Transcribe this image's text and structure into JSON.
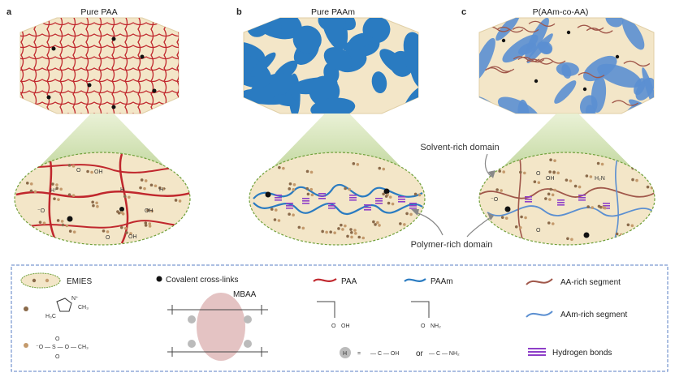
{
  "panels": [
    {
      "letter": "a",
      "title": "Pure PAA"
    },
    {
      "letter": "b",
      "title": "Pure PAAm"
    },
    {
      "letter": "c",
      "title": "P(AAm-co-AA)"
    }
  ],
  "domains": {
    "solvent_rich": "Solvent-rich domain",
    "polymer_rich": "Polymer-rich domain"
  },
  "legend": {
    "emies": "EMIES",
    "crosslinks": "Covalent cross-links",
    "mbaa": "MBAA",
    "paa": "PAA",
    "paam": "PAAm",
    "aa_rich": "AA-rich segment",
    "aam_rich": "AAm-rich segment",
    "hbonds": "Hydrogen bonds",
    "or_word": "or"
  },
  "colors": {
    "paa": "#c0272d",
    "paam": "#2a7bc1",
    "aa_segment": "#a0574a",
    "aam_segment": "#5b8fd1",
    "hbond": "#8e3fc8",
    "gel_bg": "#f3e6c8",
    "zoom_fill": "#c9dba0",
    "zoom_edge": "#79a33a"
  }
}
